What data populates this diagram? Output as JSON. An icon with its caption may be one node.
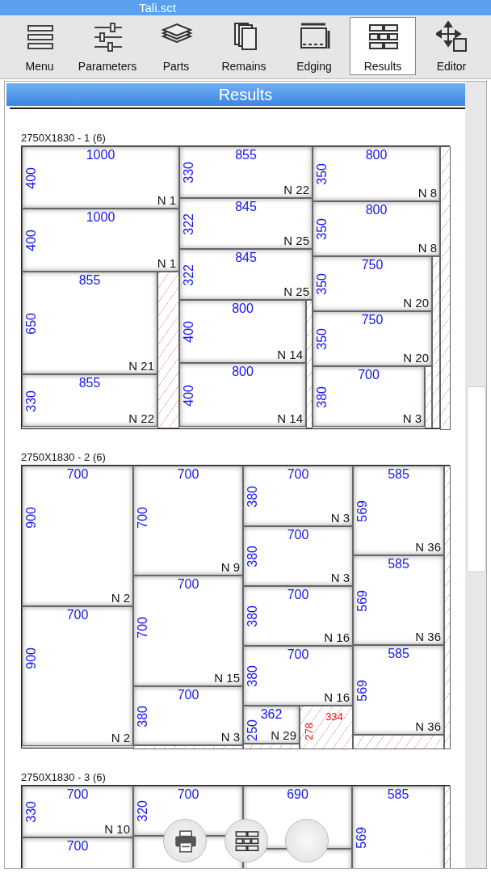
{
  "diagram": {
    "title": "Results",
    "nodes": [
      {
        "text": [
          "2750X1830 - 1 (6)"
        ]
      },
      {
        "text": [
          "1000",
          "400",
          "N 1"
        ],
        "in": 0
      },
      {
        "text": [
          "1000",
          "400",
          "N 1"
        ],
        "in": 0
      },
      {
        "text": [
          "855",
          "650",
          "N 21"
        ],
        "in": 0
      },
      {
        "text": [
          "855",
          "330",
          "N 22"
        ],
        "in": 0
      },
      {
        "text": [
          "855",
          "330",
          "N 22"
        ],
        "in": 0
      },
      {
        "text": [
          "845",
          "322",
          "N 25"
        ],
        "in": 0
      },
      {
        "text": [
          "845",
          "322",
          "N 25"
        ],
        "in": 0
      },
      {
        "text": [
          "800",
          "400",
          "N 14"
        ],
        "in": 0
      },
      {
        "text": [
          "800",
          "400",
          "N 14"
        ],
        "in": 0
      },
      {
        "text": [
          "800",
          "350",
          "N 8"
        ],
        "in": 0
      },
      {
        "text": [
          "800",
          "350",
          "N 8"
        ],
        "in": 0
      },
      {
        "text": [
          "750",
          "350",
          "N 20"
        ],
        "in": 0
      },
      {
        "text": [
          "750",
          "350",
          "N 20"
        ],
        "in": 0
      },
      {
        "text": [
          "700",
          "380",
          "N 3"
        ],
        "in": 0
      },
      {
        "text": [
          "2750X1830 - 2 (6)"
        ]
      },
      {
        "text": [
          "700",
          "900",
          "N 2"
        ],
        "in": 15
      },
      {
        "text": [
          "700",
          "900",
          "N 2"
        ],
        "in": 15
      },
      {
        "text": [
          "700",
          "700",
          "N 9"
        ],
        "in": 15
      },
      {
        "text": [
          "700",
          "700",
          "N 15"
        ],
        "in": 15
      },
      {
        "text": [
          "700",
          "380",
          "N 3"
        ],
        "in": 15
      },
      {
        "text": [
          "700",
          "380",
          "N 3"
        ],
        "in": 15
      },
      {
        "text": [
          "700",
          "380",
          "N 3"
        ],
        "in": 15
      },
      {
        "text": [
          "700",
          "380",
          "N 16"
        ],
        "in": 15
      },
      {
        "text": [
          "700",
          "380",
          "N 16"
        ],
        "in": 15
      },
      {
        "text": [
          "362",
          "250",
          "N 29"
        ],
        "in": 15
      },
      {
        "text": [
          "334",
          "278"
        ],
        "in": 15
      },
      {
        "text": [
          "585",
          "569",
          "N 36"
        ],
        "in": 15
      },
      {
        "text": [
          "585",
          "569",
          "N 36"
        ],
        "in": 15
      },
      {
        "text": [
          "585",
          "569",
          "N 36"
        ],
        "in": 15
      },
      {
        "text": [
          "2750X1830 - 3 (6)"
        ]
      },
      {
        "text": [
          "700",
          "330",
          "N 10"
        ],
        "in": 30
      },
      {
        "text": [
          "700"
        ],
        "in": 30
      },
      {
        "text": [
          "700",
          "320"
        ],
        "in": 30
      },
      {
        "text": [],
        "shape": "box",
        "in": 30
      },
      {
        "text": [
          "690"
        ],
        "in": 30
      },
      {
        "text": [],
        "shape": "box",
        "in": 30
      },
      {
        "text": [
          "585",
          "569"
        ],
        "in": 30
      }
    ],
    "labels": [
      "Tali.sct",
      "Menu",
      "Parameters",
      "Parts",
      "Remains",
      "Edging",
      "Results",
      "Editor"
    ]
  }
}
